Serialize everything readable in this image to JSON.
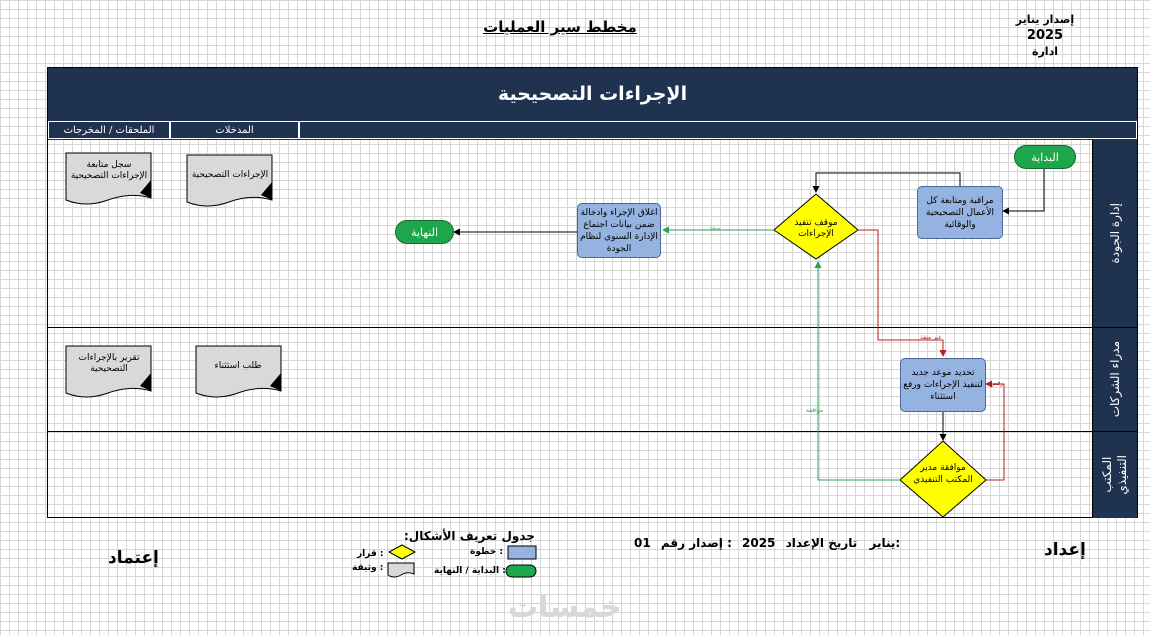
{
  "header": {
    "doc_title": "مخطط سير العمليات",
    "issue_label": "إصدار يناير",
    "issue_year": "2025",
    "department": "ادارة"
  },
  "banner": {
    "title": "الإجراءات التصحيحية"
  },
  "columns": {
    "attachments": "الملحقات / المخرجات",
    "inputs": "المدخلات"
  },
  "lanes": [
    {
      "label": "إدارة الجودة"
    },
    {
      "label": "مدراء الشركات"
    },
    {
      "label": "المكتب\nالتنفيذي"
    }
  ],
  "documents": {
    "out1": "سجل متابعة الإجراءات التصحيحية",
    "in1": "الإجراءات التصحيحية",
    "out2": "تقرير بالإجراءات التصحيحية",
    "in2": "طلب استثناء"
  },
  "flow": {
    "start": "البداية",
    "end": "النهاية",
    "step_monitor": "مراقبة ومتابعة كل الأعمال التصحيحية والوقائية",
    "decision_status": "موقف تنفيذ الإجراءات",
    "step_close": "اغلاق الإجراء وادخالة ضمن بيانات اجتماع الإدارة السنوي لنظام الجودة",
    "step_reschedule": "تحديد موعد جديد لتنفيذ الإجراءات ورفع استثناء",
    "decision_approval": "موافقة مدير المكتب التنفيذي",
    "lbl_done": "منفذ",
    "lbl_not_done": "غير منفذ",
    "lbl_reject": "رفض",
    "lbl_approve": "موافقة"
  },
  "footer": {
    "prepared": "إعداد",
    "approved": "إعتماد",
    "prep_date_label": "تاريخ الإعداد:",
    "prep_date_month": "يناير",
    "prep_date_year": "2025",
    "issue_no_label": "إصدار رقم :",
    "issue_no_value": "01"
  },
  "legend": {
    "title": "جدول تعريف الأشكال:",
    "step": ": خطوة",
    "decision": ": قرار",
    "terminal": ": البداية / النهاية",
    "document": ": وثيقة"
  },
  "watermark": "خمسات",
  "colors": {
    "navy": "#1f3350",
    "step_fill": "#95b3e0",
    "decision_fill": "#ffff00",
    "terminal_fill": "#1ea64b",
    "document_fill": "#d9d9d9",
    "arrow_green": "#2aa05a",
    "arrow_red": "#b22222"
  }
}
